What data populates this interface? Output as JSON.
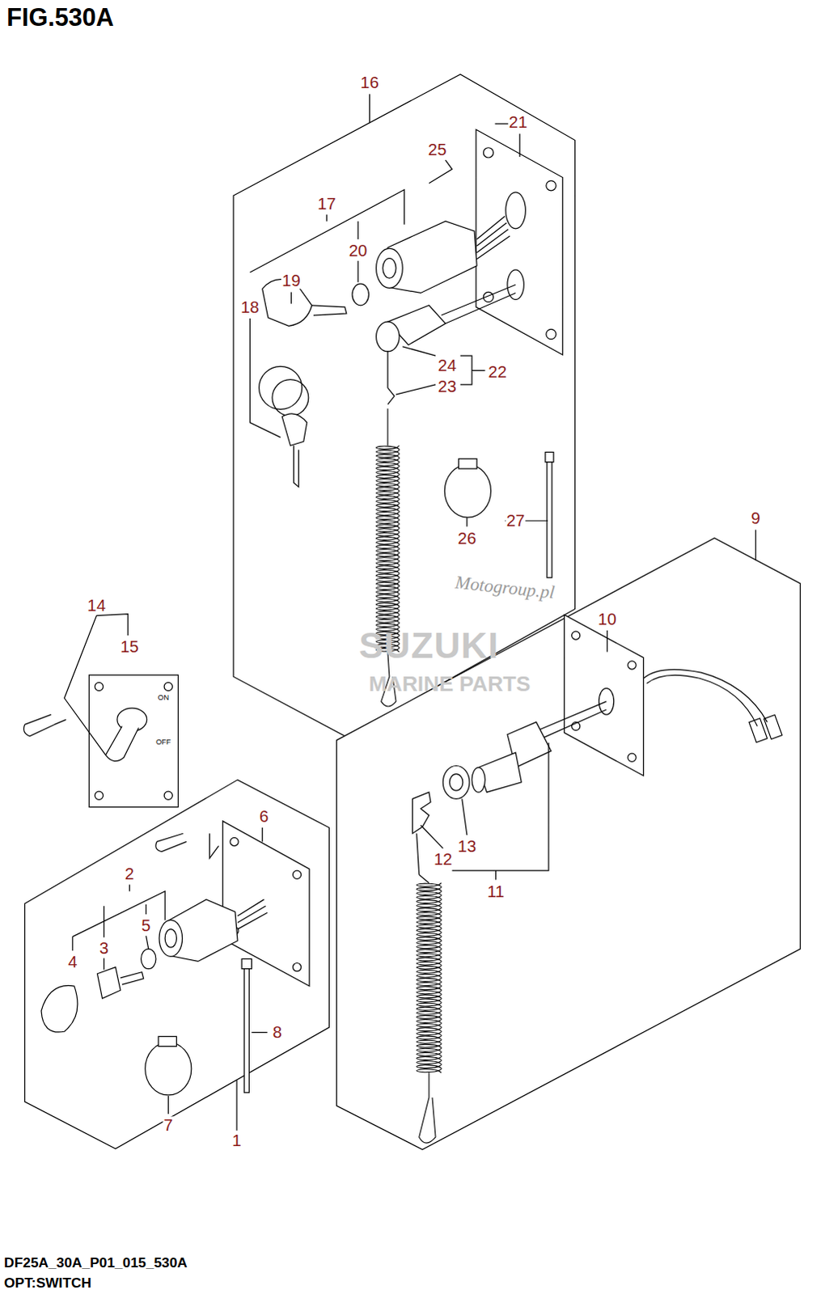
{
  "diagram": {
    "title": "FIG.530A",
    "labels": [
      "16",
      "21",
      "25",
      "17",
      "20",
      "19",
      "18",
      "24",
      "22",
      "23",
      "26",
      "27",
      "9",
      "14",
      "15",
      "10",
      "13",
      "12",
      "11",
      "6",
      "2",
      "5",
      "3",
      "4",
      "8",
      "7",
      "1",
      "ON",
      "OFF",
      "Motogroup.pl",
      "SUZUKI",
      "MARINE PARTS",
      "DF25A_30A_P01_015_530A",
      "OPT:SWITCH"
    ]
  }
}
